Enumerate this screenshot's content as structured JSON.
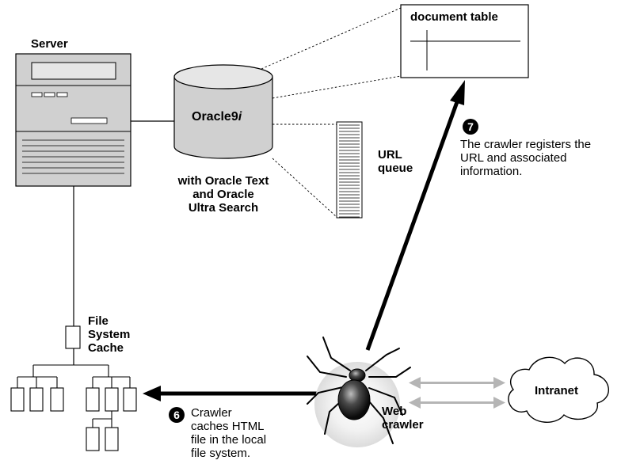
{
  "server": {
    "label": "Server"
  },
  "database": {
    "name_main": "Oracle9",
    "name_suffix": "i",
    "caption_lines": [
      "with Oracle Text",
      "and Oracle",
      "Ultra Search"
    ]
  },
  "document_table": {
    "label": "document table"
  },
  "url_queue": {
    "lines": [
      "URL",
      "queue"
    ]
  },
  "cache": {
    "lines": [
      "File",
      "System",
      "Cache"
    ]
  },
  "crawler": {
    "lines": [
      "Web",
      "crawler"
    ]
  },
  "intranet": {
    "label": "Intranet"
  },
  "steps": [
    {
      "number": "7",
      "lines": [
        "The crawler registers the",
        "URL and associated",
        "information."
      ]
    },
    {
      "number": "6",
      "lines": [
        "Crawler",
        "caches HTML",
        "file in the local",
        "file system."
      ]
    }
  ]
}
